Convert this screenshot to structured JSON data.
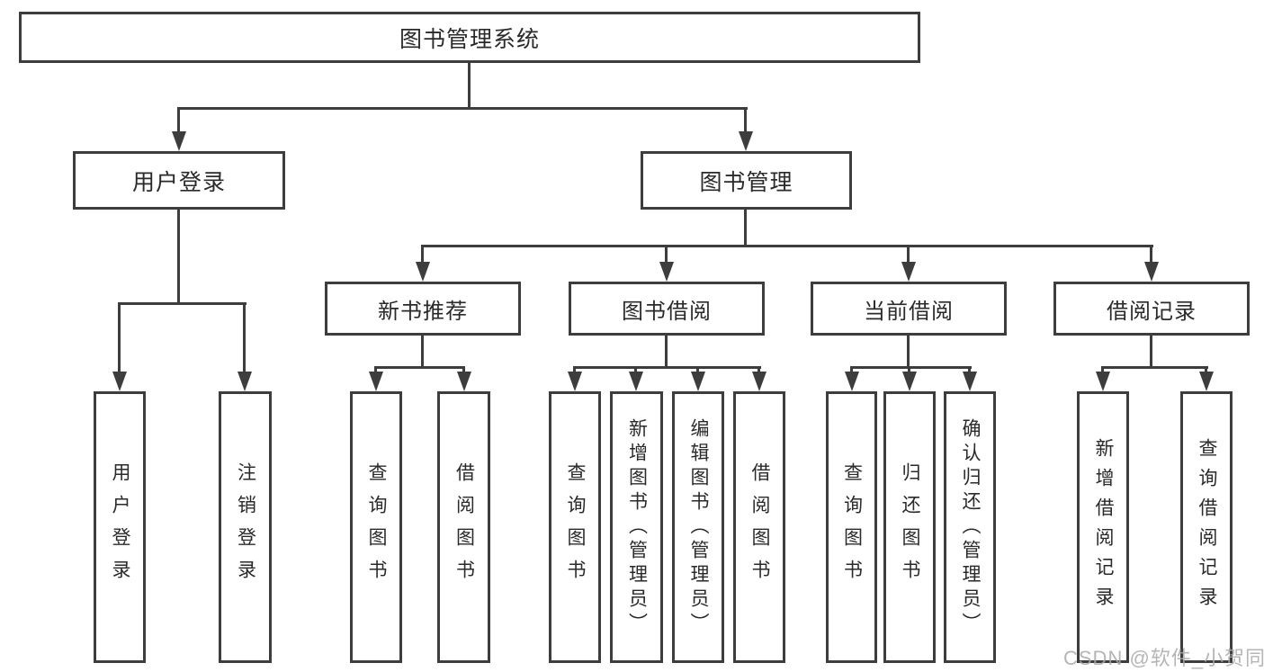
{
  "diagram": {
    "title": "图书管理系统",
    "level2": {
      "user_login": "用户登录",
      "book_management": "图书管理"
    },
    "level3": {
      "new_book_recommend": "新书推荐",
      "book_borrow": "图书借阅",
      "current_borrow": "当前借阅",
      "borrow_records": "借阅记录"
    },
    "leaves": [
      "用户登录",
      "注销登录",
      "查询图书",
      "借阅图书",
      "查询图书",
      "新增图书（管理员）",
      "编辑图书（管理员）",
      "借阅图书",
      "查询图书",
      "归还图书",
      "确认归还（管理员）",
      "新增借阅记录",
      "查询借阅记录"
    ]
  },
  "watermark": "CSDN @软件_小贺同学",
  "colors": {
    "line": "#3d3d3d",
    "text": "#2a2a2a",
    "background": "#ffffff",
    "watermark": "#a8a8a8"
  }
}
